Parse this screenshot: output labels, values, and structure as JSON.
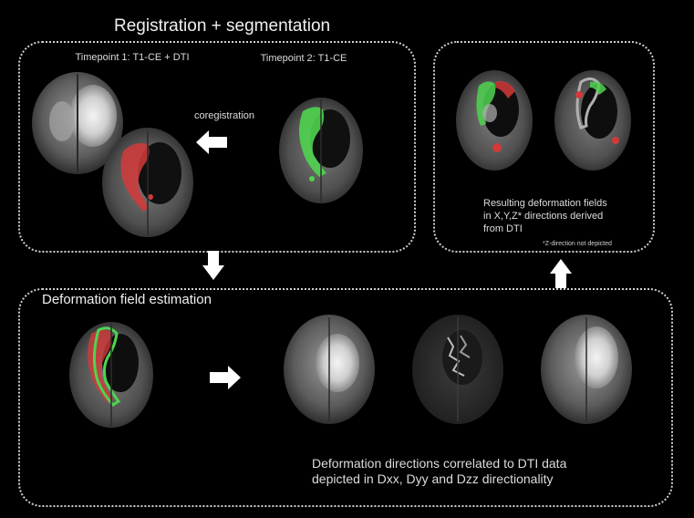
{
  "registration": {
    "title": "Registration + segmentation",
    "timepoint1_label": "Timepoint 1: T1-CE + DTI",
    "timepoint2_label": "Timepoint 2: T1-CE",
    "coregistration_label": "coregistration"
  },
  "deformation": {
    "title": "Deformation field estimation",
    "caption_line1": "Deformation directions correlated to DTI data",
    "caption_line2": "depicted in Dxx, Dyy and Dzz directionality"
  },
  "result": {
    "caption_line1": "Resulting deformation fields",
    "caption_line2": "in X,Y,Z* directions derived",
    "caption_line3": "from DTI",
    "footnote": "*Z-direction not depicted"
  },
  "colors": {
    "background": "#000000",
    "border": "#cfcfcf",
    "segmentation_red": "#d23a3a",
    "segmentation_green": "#4fd44f",
    "arrow": "#ffffff"
  },
  "icons": [
    "arrow-left-icon",
    "arrow-down-icon",
    "arrow-right-icon",
    "arrow-up-icon"
  ]
}
